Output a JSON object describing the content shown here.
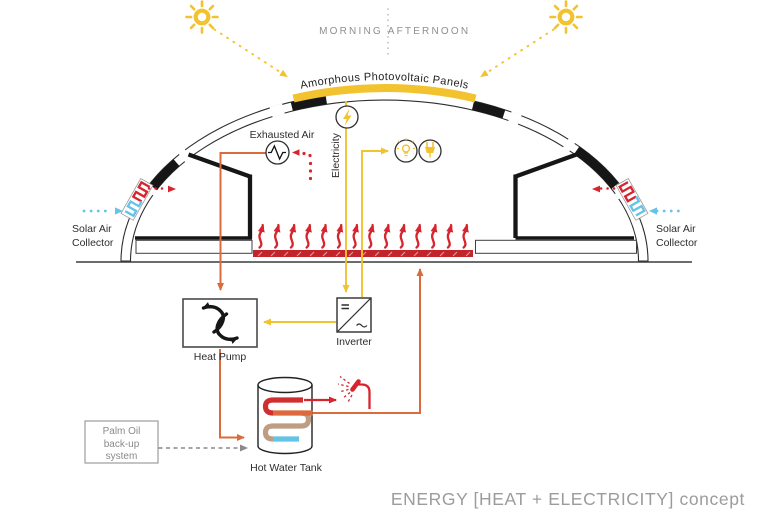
{
  "scene": {
    "morning": "MORNING",
    "afternoon": "AFTERNOON",
    "pv_panel_label": "Amorphous Photovoltaic Panels",
    "exhausted_air": "Exhausted Air",
    "electricity": "Electricity",
    "solar_air_line1": "Solar Air",
    "solar_air_line2": "Collector",
    "heat_pump": "Heat Pump",
    "inverter": "Inverter",
    "hot_water_tank": "Hot Water Tank",
    "palm_line1": "Palm Oil",
    "palm_line2": "back-up",
    "palm_line3": "system",
    "caption_main": "ENERGY [HEAT + ELECTRICITY]",
    "caption_suffix": " concept"
  },
  "icons": {
    "sun": "sun-icon",
    "lightning": "lightning-bolt-icon",
    "bulb": "light-bulb-icon",
    "plug": "power-plug-icon",
    "fan": "heat-exchanger-fan-icon",
    "shower": "shower-icon",
    "heat_pump_cycle": "heat-pump-cycle-icon",
    "inverter_symbol": "dc-ac-inverter-icon"
  },
  "colors": {
    "yellow": "#F2C22F",
    "red": "#D6252E",
    "red-dark": "#C2242B",
    "orange": "#DB6B3A",
    "blue": "#63C3E8",
    "tan": "#BE9D82",
    "coil-red": "#D02F2F",
    "coil-orange": "#DD6A3C",
    "ink": "#161616",
    "gray-text": "#9c9c9c",
    "label": "#2d2d2d"
  }
}
